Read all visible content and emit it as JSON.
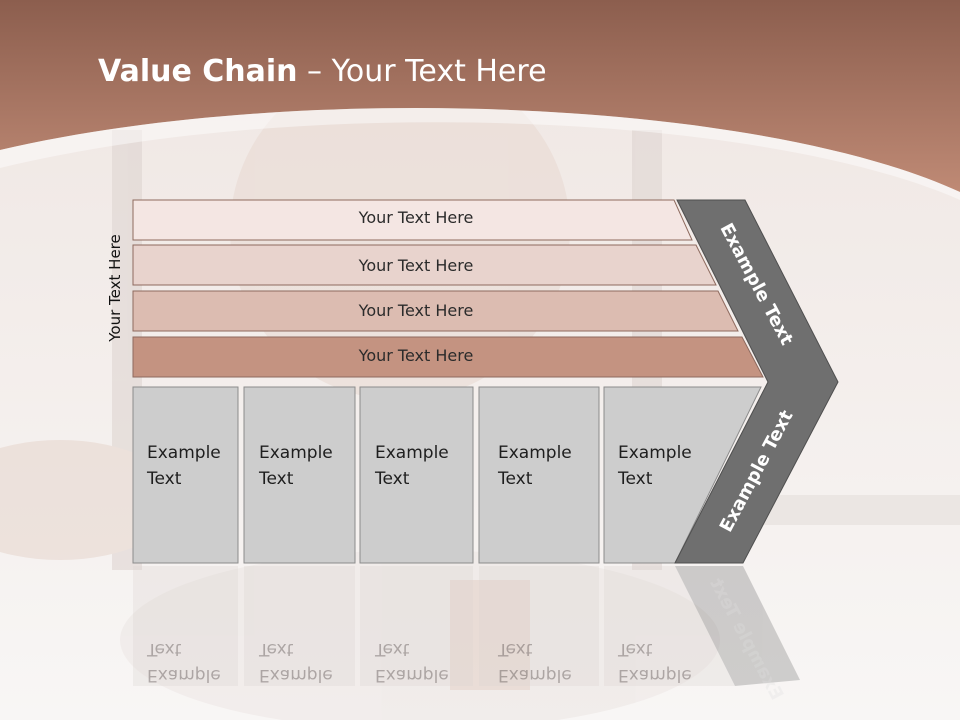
{
  "title": {
    "bold": "Value Chain",
    "rest": " – Your Text Here"
  },
  "vertical_label": "Your Text Here",
  "bars": [
    {
      "label": "Your Text Here"
    },
    {
      "label": "Your Text Here"
    },
    {
      "label": "Your Text Here"
    },
    {
      "label": "Your Text Here"
    }
  ],
  "boxes": [
    {
      "text": "Example\nText"
    },
    {
      "text": "Example\nText"
    },
    {
      "text": "Example\nText"
    },
    {
      "text": "Example\nText"
    },
    {
      "text": "Example\nText"
    }
  ],
  "chevron": {
    "upper": "Example Text",
    "lower": "Example Text"
  },
  "colors": {
    "header": "#b57c68",
    "bar1": "#f4e6e3",
    "bar2": "#e8d3cd",
    "bar3": "#dcbcb1",
    "bar4": "#c49381",
    "box": "#cdcdcd",
    "chevron": "#6f6f6f"
  }
}
